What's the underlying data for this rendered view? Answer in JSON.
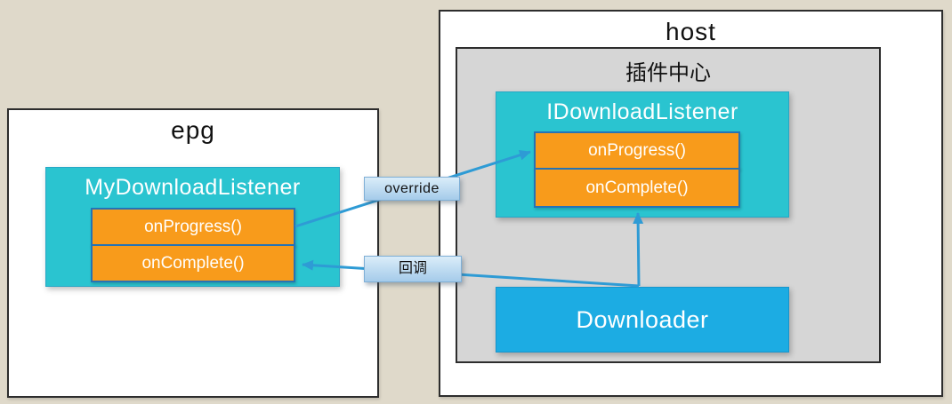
{
  "epg": {
    "title": "epg",
    "listener_class": {
      "title": "MyDownloadListener",
      "methods": [
        "onProgress()",
        "onComplete()"
      ]
    }
  },
  "host": {
    "title": "host",
    "plugin_center": {
      "title": "插件中心",
      "interface": {
        "title": "IDownloadListener",
        "methods": [
          "onProgress()",
          "onComplete()"
        ]
      },
      "downloader": {
        "title": "Downloader"
      }
    }
  },
  "labels": {
    "override": "override",
    "callback": "回调"
  },
  "colors": {
    "background": "#DFD9CA",
    "teal_class": "#2AC4D0",
    "orange_method": "#F89B1B",
    "method_border_blue": "#2673B5",
    "downloader_blue": "#1CACE3",
    "arrow_blue": "#2E9BD5",
    "plugin_center_gray": "#D6D6D6",
    "label_fill_top": "#DAEDF9",
    "label_fill_bottom": "#A5CBEA"
  }
}
